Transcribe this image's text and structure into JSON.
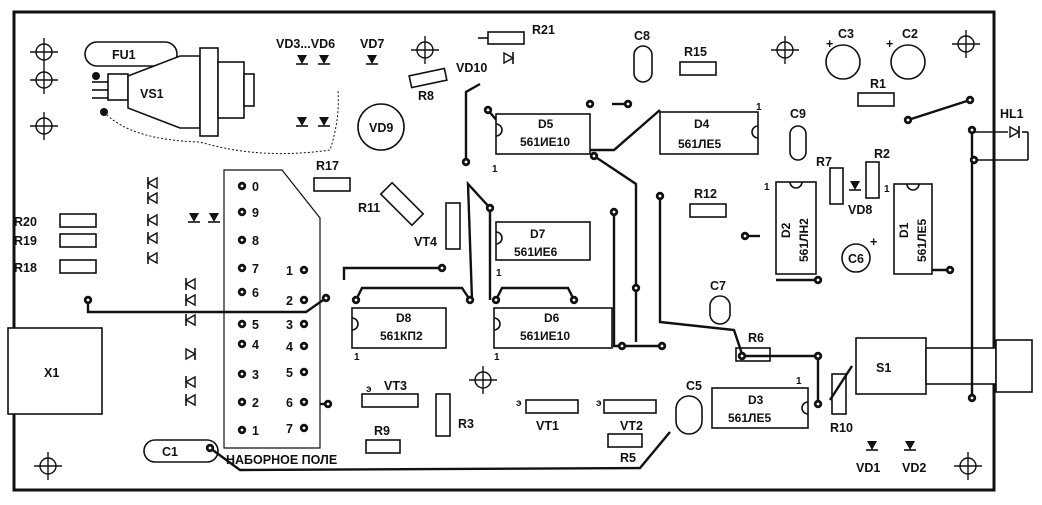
{
  "labels": {
    "fu1": "FU1",
    "vs1": "VS1",
    "vd3_vd6": "VD3...VD6",
    "vd7": "VD7",
    "r21": "R21",
    "vd10": "VD10",
    "c8": "C8",
    "r15": "R15",
    "c3": "C3",
    "c2": "C2",
    "r8": "R8",
    "vd9": "VD9",
    "r1": "R1",
    "hl1": "HL1",
    "c9": "C9",
    "r7": "R7",
    "r2": "R2",
    "vd8": "VD8",
    "r17": "R17",
    "r11": "R11",
    "r12": "R12",
    "r20": "R20",
    "r19": "R19",
    "r18": "R18",
    "vt4": "VT4",
    "c6": "C6",
    "c7": "C7",
    "r6": "R6",
    "s1": "S1",
    "x1": "X1",
    "vt3": "VT3",
    "r3": "R3",
    "vt1": "VT1",
    "vt2": "VT2",
    "c5": "C5",
    "r10": "R10",
    "r9": "R9",
    "r5": "R5",
    "c1": "C1",
    "vd1": "VD1",
    "vd2": "VD2",
    "plus": "+"
  },
  "chips": {
    "d5": {
      "name": "D5",
      "type": "561ИЕ10"
    },
    "d4": {
      "name": "D4",
      "type": "561ЛЕ5"
    },
    "d7": {
      "name": "D7",
      "type": "561ИЕ6"
    },
    "d8": {
      "name": "D8",
      "type": "561КП2"
    },
    "d6": {
      "name": "D6",
      "type": "561ИЕ10"
    },
    "d3": {
      "name": "D3",
      "type": "561ЛЕ5"
    },
    "d2": {
      "name": "D2",
      "type": "561ЛН2"
    },
    "d1": {
      "name": "D1",
      "type": "561ЛЕ5"
    }
  },
  "pin_one": "1",
  "transistor_emitter": "э",
  "field_left_numbers": [
    "0",
    "9",
    "8",
    "7",
    "6",
    "5",
    "4",
    "3",
    "2",
    "1"
  ],
  "field_right_numbers": [
    "1",
    "2",
    "3",
    "4",
    "5",
    "6",
    "7"
  ],
  "field_caption": "НАБОРНОЕ ПОЛЕ"
}
